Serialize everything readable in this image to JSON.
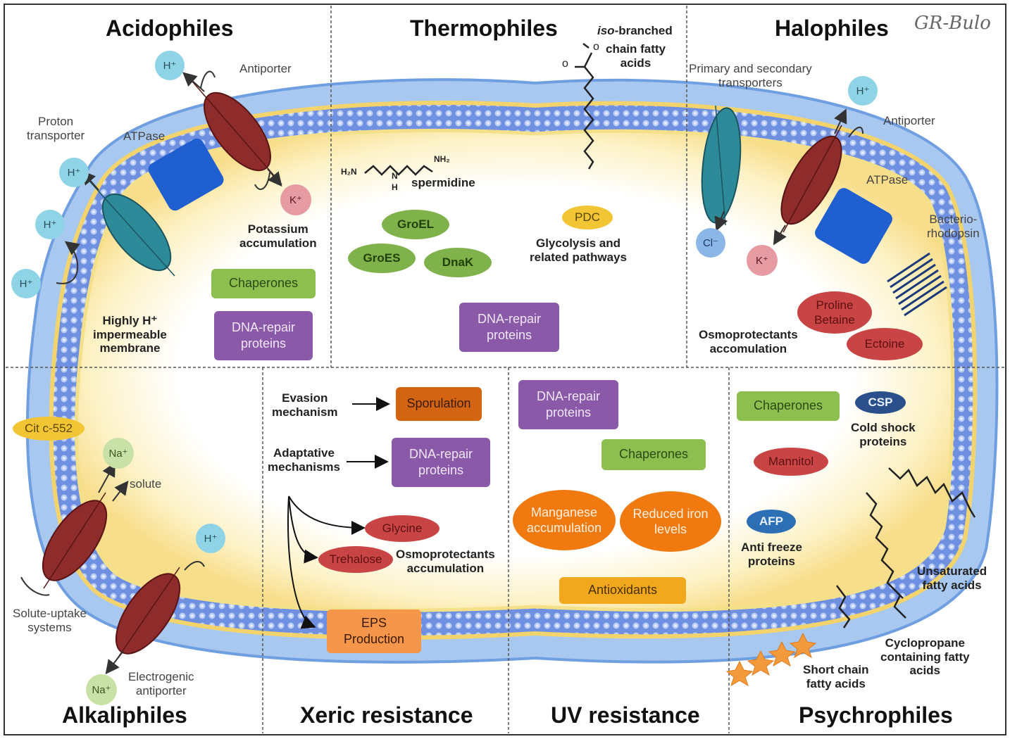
{
  "panels": {
    "acidophiles": {
      "title": "Acidophiles",
      "antiporter": "Antiporter",
      "proton_transporter": "Proton\ntransporter",
      "atpase": "ATPase",
      "potassium": "Potassium\naccumulation",
      "chaperones": "Chaperones",
      "dna_repair": "DNA-repair\nproteins",
      "membrane": "Highly H⁺\nimpermeable\nmembrane",
      "ions": {
        "h": "H⁺",
        "k": "K⁺"
      }
    },
    "thermophiles": {
      "title": "Thermophiles",
      "iso_prefix": "iso",
      "iso_rest": "-branched",
      "fatty_rest": "chain fatty\nacids",
      "spermidine": "spermidine",
      "h2n": "H₂N",
      "nh2": "NH₂",
      "h": "H",
      "n": "N",
      "groel": "GroEL",
      "groes": "GroES",
      "dnak": "DnaK",
      "pdc": "PDC",
      "glycolysis": "Glycolysis and\nrelated pathways",
      "dna_repair": "DNA-repair\nproteins",
      "o": "o"
    },
    "halophiles": {
      "title": "Halophiles",
      "transporters": "Primary and secondary\ntransporters",
      "antiporter": "Antiporter",
      "atpase": "ATPase",
      "bacteriorhodopsin": "Bacterio-\nrhodopsin",
      "proline": "Proline\nBetaine",
      "ectoine": "Ectoine",
      "osmo": "Osmoprotectants\naccomulation",
      "ions": {
        "h": "H⁺",
        "k": "K⁺",
        "cl": "Cl⁻"
      },
      "signature": "GR-Bulo"
    },
    "alkaliphiles": {
      "title": "Alkaliphiles",
      "cit": "Cit c-552",
      "solute": "solute",
      "solute_uptake": "Solute-uptake\nsystems",
      "electrogenic": "Electrogenic\nantiporter",
      "ions": {
        "na": "Na⁺",
        "h": "H⁺"
      }
    },
    "xeric": {
      "title": "Xeric resistance",
      "evasion": "Evasion\nmechanism",
      "sporulation": "Sporulation",
      "adaptative": "Adaptative\nmechanisms",
      "dna_repair": "DNA-repair\nproteins",
      "glycine": "Glycine",
      "trehalose": "Trehalose",
      "osmo": "Osmoprotectants\naccumulation",
      "eps": "EPS\nProduction"
    },
    "uv": {
      "title": "UV resistance",
      "dna_repair": "DNA-repair\nproteins",
      "chaperones": "Chaperones",
      "manganese": "Manganese\naccumulation",
      "iron": "Reduced iron\nlevels",
      "antioxidants": "Antioxidants"
    },
    "psychrophiles": {
      "title": "Psychrophiles",
      "chaperones": "Chaperones",
      "csp": "CSP",
      "cold_shock": "Cold shock\nproteins",
      "mannitol": "Mannitol",
      "afp": "AFP",
      "anti_freeze": "Anti freeze\nproteins",
      "unsaturated": "Unsaturated\nfatty acids",
      "short_chain": "Short chain\nfatty acids",
      "cyclopropane": "Cyclopropane\ncontaining fatty\nacids"
    }
  },
  "colors": {
    "membrane_blue": "#5b7fd6",
    "membrane_light": "#a9c1ee",
    "cytoplasm_yellow": "#fbe9a8",
    "transporter_red": "#8e2b2b",
    "transporter_teal": "#2d8a98",
    "atpase_blue": "#1f5fd0"
  }
}
